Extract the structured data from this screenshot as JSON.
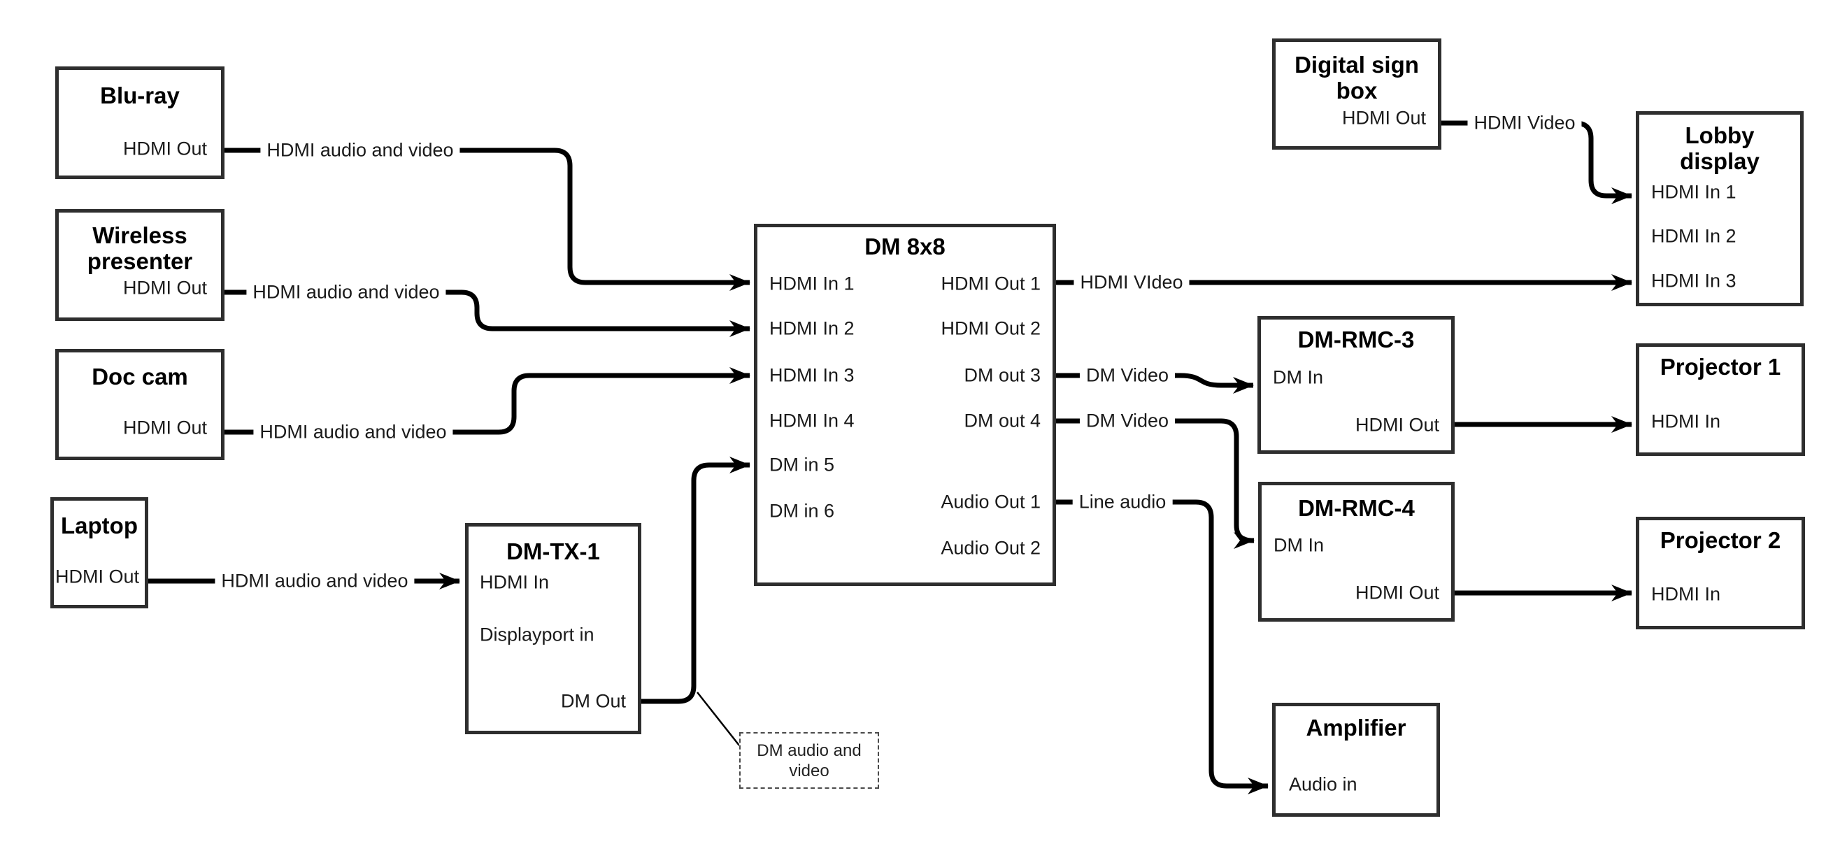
{
  "nodes": {
    "bluray": {
      "title": "Blu-ray",
      "port": "HDMI Out"
    },
    "wireless": {
      "title": "Wireless\npresenter",
      "port": "HDMI Out"
    },
    "doccam": {
      "title": "Doc cam",
      "port": "HDMI Out"
    },
    "laptop": {
      "title": "Laptop",
      "port": "HDMI Out"
    },
    "dmtx1": {
      "title": "DM-TX-1",
      "port_hdmi_in": "HDMI In",
      "port_dp_in": "Displayport in",
      "port_dm_out": "DM Out"
    },
    "dm8x8": {
      "title": "DM 8x8",
      "in1": "HDMI In 1",
      "in2": "HDMI In 2",
      "in3": "HDMI In 3",
      "in4": "HDMI In 4",
      "in5": "DM in 5",
      "in6": "DM in 6",
      "out1": "HDMI Out 1",
      "out2": "HDMI Out 2",
      "out3": "DM out 3",
      "out4": "DM out 4",
      "aout1": "Audio Out 1",
      "aout2": "Audio Out 2"
    },
    "digitalsign": {
      "title": "Digital sign\nbox",
      "port": "HDMI Out"
    },
    "lobby": {
      "title": "Lobby\ndisplay",
      "in1": "HDMI In 1",
      "in2": "HDMI In 2",
      "in3": "HDMI In 3"
    },
    "dmrmc3": {
      "title": "DM-RMC-3",
      "port_dm_in": "DM In",
      "port_hdmi_out": "HDMI Out"
    },
    "dmrmc4": {
      "title": "DM-RMC-4",
      "port_dm_in": "DM In",
      "port_hdmi_out": "HDMI Out"
    },
    "proj1": {
      "title": "Projector 1",
      "port": "HDMI In"
    },
    "proj2": {
      "title": "Projector 2",
      "port": "HDMI In"
    },
    "amplifier": {
      "title": "Amplifier",
      "port": "Audio in"
    }
  },
  "labels": {
    "bluray_dm8x8": "HDMI audio and video",
    "wireless_dm8x8": "HDMI audio and video",
    "doccam_dm8x8": "HDMI audio and video",
    "laptop_dmtx1": "HDMI audio and video",
    "dm8x8_lobby": "HDMI VIdeo",
    "dm8x8_dmrmc3": "DM Video",
    "dm8x8_dmrmc4": "DM Video",
    "dm8x8_amplifier": "Line audio",
    "digitalsign_lobby": "HDMI Video"
  },
  "note": "DM audio and\nvideo",
  "colors": {
    "line": "#000000",
    "box_border": "#2e2e2e",
    "text": "#111111",
    "background": "#ffffff"
  }
}
